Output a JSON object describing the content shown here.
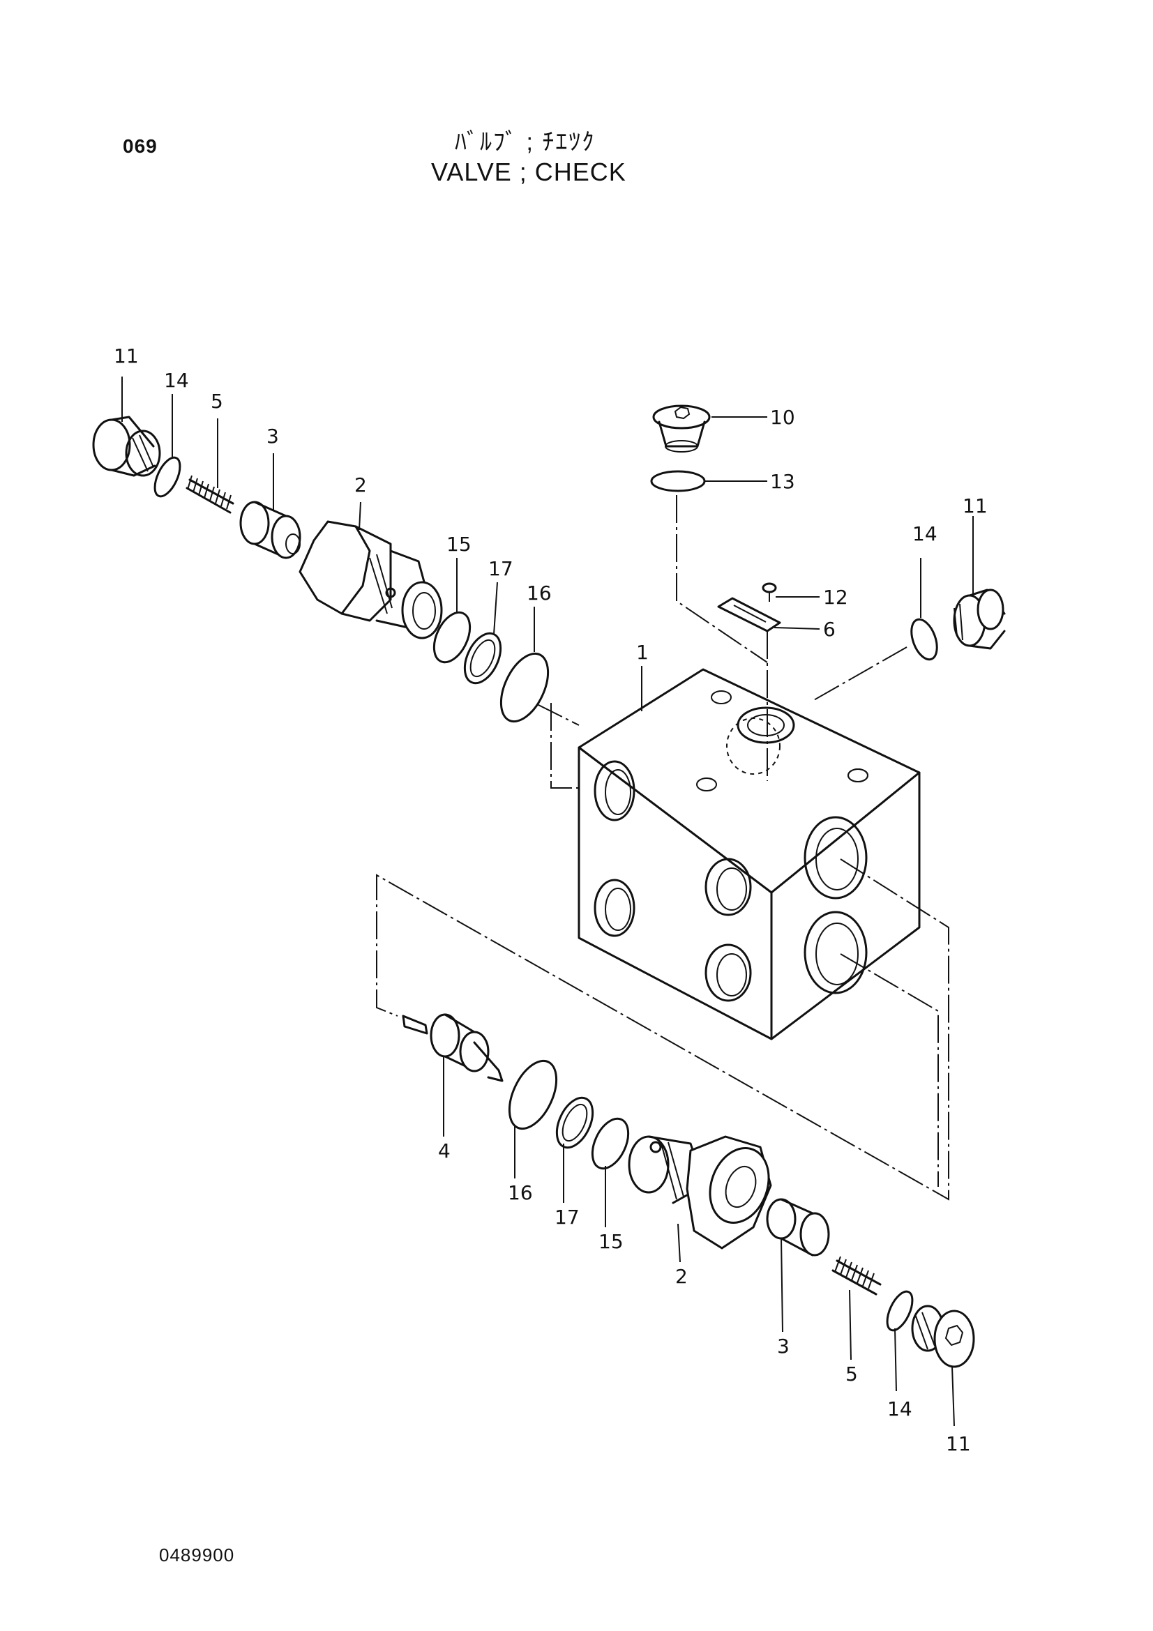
{
  "header": {
    "page_code": "069",
    "title_jp": "ﾊﾞﾙﾌﾞ ; ﾁｴﾂｸ",
    "title_en": "VALVE ; CHECK"
  },
  "footer": {
    "doc_number": "0489900"
  },
  "callouts": [
    "11",
    "14",
    "5",
    "3",
    "2",
    "15",
    "17",
    "16",
    "1",
    "10",
    "13",
    "12",
    "6",
    "14",
    "11",
    "4",
    "16",
    "17",
    "15",
    "2",
    "3",
    "5",
    "14",
    "11"
  ]
}
